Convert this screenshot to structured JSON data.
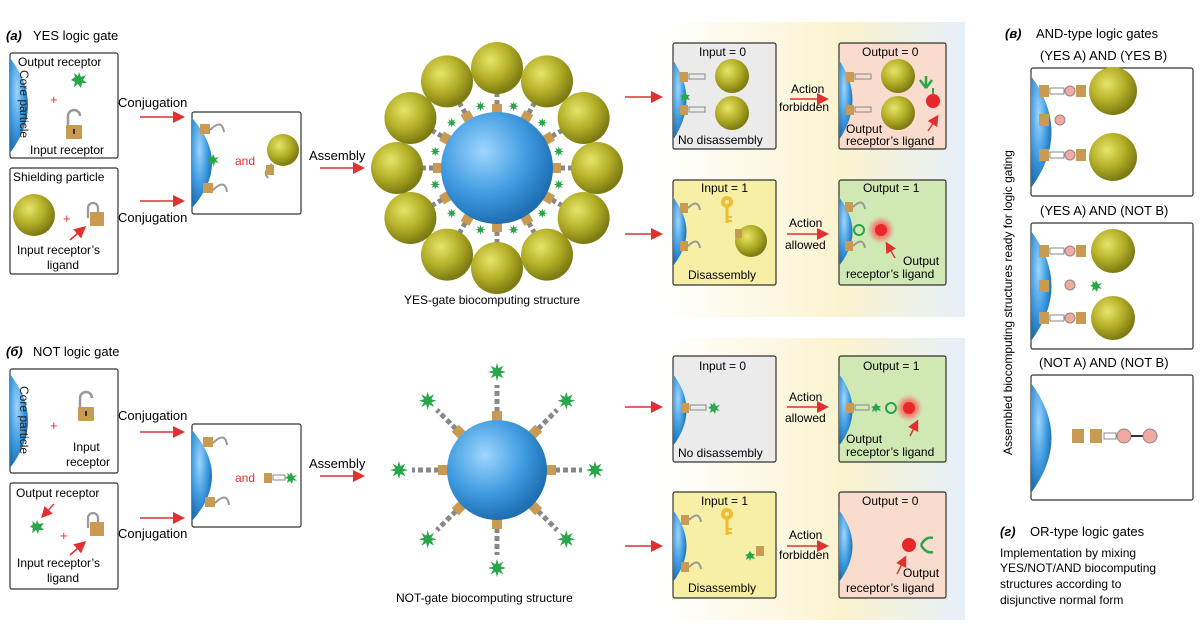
{
  "colors": {
    "core": "#3a93d6",
    "shield": "#a9a521",
    "star": "#2aa64a",
    "arrow": "#e03030",
    "panel_gray": "#ebebeb",
    "panel_yellow": "#f7efa6",
    "panel_salmon": "#f9dccd",
    "panel_green": "#cfe8b4",
    "lock": "#c99a52",
    "key": "#eebf33",
    "ligand": "#e8262b",
    "ring": "#f2aaa0"
  },
  "icons": [
    "star-icon",
    "lock-icon",
    "key-icon",
    "shield-particle-icon",
    "core-particle-icon",
    "ligand-icon",
    "output-receptor-icon",
    "red-arrow-icon"
  ],
  "a": {
    "tag": "(а)",
    "title": "YES logic gate",
    "output_receptor": "Output receptor",
    "core_particle": "Core particle",
    "plus": "+",
    "input_receptor": "Input receptor",
    "shielding_particle": "Shielding particle",
    "ligand_l1": "Input receptor’s",
    "ligand_l2": "ligand",
    "conjugation": "Conjugation",
    "and": "and",
    "assembly": "Assembly",
    "structure_caption": "YES-gate biocomputing structure",
    "in0": "Input = 0",
    "no_disassembly": "No disassembly",
    "action1_l1": "Action",
    "action1_l2": "forbidden",
    "out0": "Output = 0",
    "out_lig_l1": "Output",
    "out_lig_l2": "receptor’s ligand",
    "in1": "Input = 1",
    "disassembly": "Disassembly",
    "action2_l1": "Action",
    "action2_l2": "allowed",
    "out1": "Output = 1"
  },
  "b": {
    "tag": "(б)",
    "title": "NOT logic gate",
    "core_particle": "Core particle",
    "plus": "+",
    "input_l1": "Input",
    "input_l2": "receptor",
    "conjugation": "Conjugation",
    "output_receptor": "Output receptor",
    "ligand_l1": "Input receptor’s",
    "ligand_l2": "ligand",
    "and": "and",
    "assembly": "Assembly",
    "structure_caption": "NOT-gate biocomputing structure",
    "in0": "Input = 0",
    "no_disassembly": "No disassembly",
    "action1_l1": "Action",
    "action1_l2": "allowed",
    "out1": "Output = 1",
    "out_lig_l1": "Output",
    "out_lig_l2": "receptor’s ligand",
    "in1": "Input = 1",
    "disassembly": "Disassembly",
    "action2_l1": "Action",
    "action2_l2": "forbidden",
    "out0": "Output = 0"
  },
  "v": {
    "tag": "(в)",
    "title": "AND-type logic gates",
    "g1": "(YES A) AND (YES B)",
    "g2": "(YES A) AND (NOT B)",
    "g3": "(NOT A) AND (NOT B)",
    "vertical": "Assembled biocomputing structures ready for logic gating"
  },
  "g": {
    "tag": "(г)",
    "title": "OR-type logic gates",
    "l1": "Implementation by mixing",
    "l2": "YES/NOT/AND biocomputing",
    "l3": "structures according to",
    "l4": "disjunctive normal form"
  }
}
